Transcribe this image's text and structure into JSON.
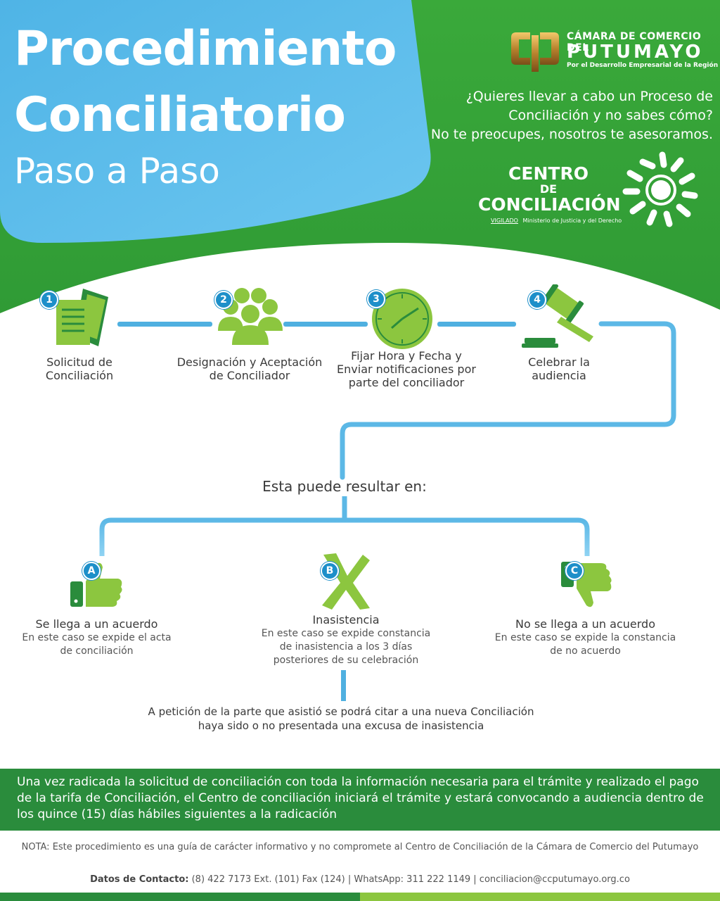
{
  "header": {
    "title_line1": "Procedimiento",
    "title_line2": "Conciliatorio",
    "subtitle": "Paso a Paso"
  },
  "org": {
    "name_line1": "CÁMARA DE COMERCIO DEL",
    "name_line2": "PUTUMAYO",
    "tagline": "Por el Desarrollo Empresarial de la Región"
  },
  "intro": {
    "line1": "¿Quieres llevar a cabo un Proceso de",
    "line2": "Conciliación y no sabes cómo?",
    "line3": "No te preocupes, nosotros te asesoramos."
  },
  "centro": {
    "line1": "CENTRO",
    "line2": "DE",
    "line3": "CONCILIACIÓN",
    "vigilado": "VIGILADO",
    "ministerio": "Ministerio de Justicia y del Derecho"
  },
  "steps": [
    {
      "number": "1",
      "label_line1": "Solicitud de",
      "label_line2": "Conciliación",
      "label_line3": "",
      "icon": "document-icon"
    },
    {
      "number": "2",
      "label_line1": "Designación y  Aceptación",
      "label_line2": "de Conciliador",
      "label_line3": "",
      "icon": "people-icon"
    },
    {
      "number": "3",
      "label_line1": "Fijar Hora y Fecha y",
      "label_line2": "Enviar notificaciones por",
      "label_line3": "parte del conciliador",
      "icon": "clock-icon"
    },
    {
      "number": "4",
      "label_line1": "Celebrar la",
      "label_line2": "audiencia",
      "label_line3": "",
      "icon": "gavel-icon"
    }
  ],
  "result_label": "Esta puede resultar en:",
  "outcomes": [
    {
      "letter": "A",
      "title": "Se llega a un acuerdo",
      "text_line1": "En este caso se expide el acta",
      "text_line2": "de conciliación",
      "text_line3": "",
      "icon": "thumbs-up-icon"
    },
    {
      "letter": "B",
      "title": "Inasistencia",
      "text_line1": "En este caso se expide constancia",
      "text_line2": "de inasistencia a los 3 días",
      "text_line3": "posteriores de su celebración",
      "icon": "x-mark-icon"
    },
    {
      "letter": "C",
      "title": "No se llega a un acuerdo",
      "text_line1": "En este caso se expide la constancia",
      "text_line2": "de no acuerdo",
      "text_line3": "",
      "icon": "thumbs-down-icon"
    }
  ],
  "followup": {
    "line1": "A petición de la parte que asistió se podrá citar a una nueva Conciliación",
    "line2": "haya sido o no presentada una excusa de inasistencia"
  },
  "footer": {
    "line1": "Una vez radicada la solicitud de conciliación con toda la información necesaria para el trámite y realizado el pago",
    "line2": "de la tarifa de Conciliación, el Centro de conciliación iniciará el trámite y estará convocando a audiencia dentro de",
    "line3": "los quince (15) días hábiles siguientes a la radicación"
  },
  "nota": "NOTA: Este procedimiento es una guía de carácter informativo y no compromete al Centro de Conciliación de la Cámara de Comercio del Putumayo",
  "contact": {
    "label": "Datos de Contacto:",
    "value": " (8) 422 7173 Ext. (101) Fax (124) | WhatsApp: 311 222 1149 | conciliacion@ccputumayo.org.co"
  },
  "colors": {
    "green": "#3aa435",
    "dark_green": "#2a8c3c",
    "light_green": "#8cc63f",
    "blue": "#5cb8e6",
    "badge_blue": "#1d8fc9"
  }
}
